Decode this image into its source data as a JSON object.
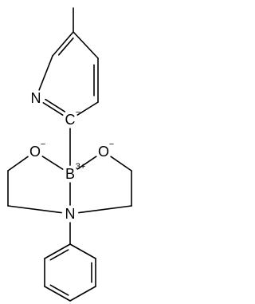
{
  "molecule": {
    "atoms": [
      {
        "id": "C-methyl"
      },
      {
        "id": "C5"
      },
      {
        "id": "C6"
      },
      {
        "id": "N1",
        "label": "N"
      },
      {
        "id": "C2",
        "label": "C",
        "charge": "−"
      },
      {
        "id": "C3"
      },
      {
        "id": "C4"
      },
      {
        "id": "B",
        "label": "B",
        "charge": "3+"
      },
      {
        "id": "O-left",
        "label": "O",
        "charge": "−"
      },
      {
        "id": "O-right",
        "label": "O",
        "charge": "−"
      },
      {
        "id": "CH2-left-a"
      },
      {
        "id": "CH2-left-b"
      },
      {
        "id": "CH2-right-a"
      },
      {
        "id": "CH2-right-b"
      },
      {
        "id": "N-amine",
        "label": "N"
      },
      {
        "id": "Ph-ipso"
      },
      {
        "id": "Ph-ortho-left"
      },
      {
        "id": "Ph-ortho-right"
      },
      {
        "id": "Ph-meta-left"
      },
      {
        "id": "Ph-meta-right"
      },
      {
        "id": "Ph-para"
      }
    ],
    "bonds": [
      {
        "a": "C-methyl",
        "b": "C5",
        "order": 1
      },
      {
        "a": "C5",
        "b": "C6",
        "order": 2
      },
      {
        "a": "C6",
        "b": "N1",
        "order": 1
      },
      {
        "a": "N1",
        "b": "C2",
        "order": 2
      },
      {
        "a": "C2",
        "b": "C3",
        "order": 1
      },
      {
        "a": "C3",
        "b": "C4",
        "order": 2
      },
      {
        "a": "C4",
        "b": "C5",
        "order": 1
      },
      {
        "a": "C2",
        "b": "B",
        "order": 1
      },
      {
        "a": "B",
        "b": "O-left",
        "order": 1
      },
      {
        "a": "B",
        "b": "O-right",
        "order": 1
      },
      {
        "a": "O-left",
        "b": "CH2-left-a",
        "order": 1
      },
      {
        "a": "CH2-left-a",
        "b": "CH2-left-b",
        "order": 1
      },
      {
        "a": "CH2-left-b",
        "b": "N-amine",
        "order": 1
      },
      {
        "a": "O-right",
        "b": "CH2-right-a",
        "order": 1
      },
      {
        "a": "CH2-right-a",
        "b": "CH2-right-b",
        "order": 1
      },
      {
        "a": "CH2-right-b",
        "b": "N-amine",
        "order": 1
      },
      {
        "a": "B",
        "b": "N-amine",
        "order": 1
      },
      {
        "a": "N-amine",
        "b": "Ph-ipso",
        "order": 1
      },
      {
        "a": "Ph-ipso",
        "b": "Ph-ortho-left",
        "order": 2
      },
      {
        "a": "Ph-ortho-left",
        "b": "Ph-meta-left",
        "order": 1
      },
      {
        "a": "Ph-meta-left",
        "b": "Ph-para",
        "order": 2
      },
      {
        "a": "Ph-para",
        "b": "Ph-meta-right",
        "order": 1
      },
      {
        "a": "Ph-meta-right",
        "b": "Ph-ortho-right",
        "order": 2
      },
      {
        "a": "Ph-ortho-right",
        "b": "Ph-ipso",
        "order": 1
      }
    ]
  }
}
